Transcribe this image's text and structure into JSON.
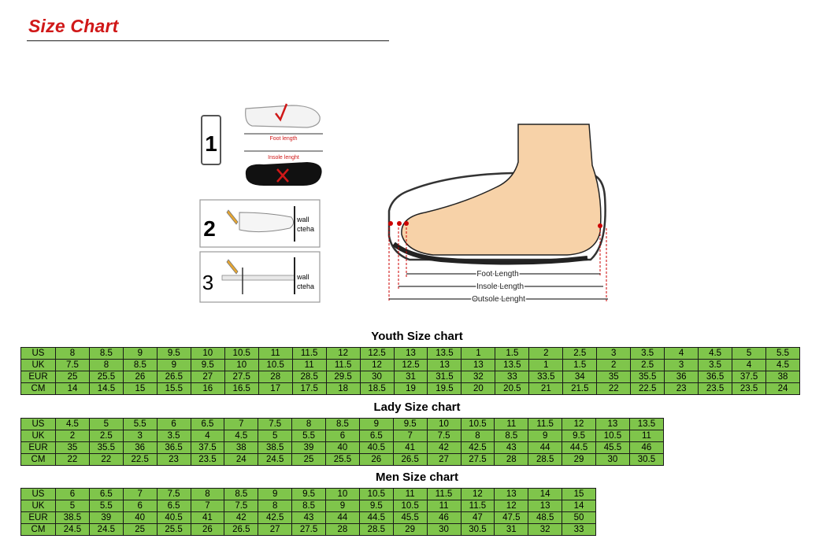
{
  "header": {
    "title": "Size Chart"
  },
  "diagram": {
    "steps": [
      "1",
      "2",
      "3"
    ],
    "foot_length_label": "Foot length",
    "insole_length_label": "Insole lenght",
    "wall_label": "wall",
    "wall_sublabel": "cteha",
    "shoe_labels": {
      "foot_length": "Foot Length",
      "insole_length": "Insole Length",
      "outsole_length": "Outsole Lenght"
    }
  },
  "youth": {
    "title": "Youth Size chart",
    "rows": [
      [
        "US",
        "8",
        "8.5",
        "9",
        "9.5",
        "10",
        "10.5",
        "11",
        "11.5",
        "12",
        "12.5",
        "13",
        "13.5",
        "1",
        "1.5",
        "2",
        "2.5",
        "3",
        "3.5",
        "4",
        "4.5",
        "5",
        "5.5"
      ],
      [
        "UK",
        "7.5",
        "8",
        "8.5",
        "9",
        "9.5",
        "10",
        "10.5",
        "11",
        "11.5",
        "12",
        "12.5",
        "13",
        "13",
        "13.5",
        "1",
        "1.5",
        "2",
        "2.5",
        "3",
        "3.5",
        "4",
        "4.5"
      ],
      [
        "EUR",
        "25",
        "25.5",
        "26",
        "26.5",
        "27",
        "27.5",
        "28",
        "28.5",
        "29.5",
        "30",
        "31",
        "31.5",
        "32",
        "33",
        "33.5",
        "34",
        "35",
        "35.5",
        "36",
        "36.5",
        "37.5",
        "38"
      ],
      [
        "CM",
        "14",
        "14.5",
        "15",
        "15.5",
        "16",
        "16.5",
        "17",
        "17.5",
        "18",
        "18.5",
        "19",
        "19.5",
        "20",
        "20.5",
        "21",
        "21.5",
        "22",
        "22.5",
        "23",
        "23.5",
        "23.5",
        "24"
      ]
    ]
  },
  "lady": {
    "title": "Lady Size chart",
    "rows": [
      [
        "US",
        "4.5",
        "5",
        "5.5",
        "6",
        "6.5",
        "7",
        "7.5",
        "8",
        "8.5",
        "9",
        "9.5",
        "10",
        "10.5",
        "11",
        "11.5",
        "12",
        "13",
        "13.5"
      ],
      [
        "UK",
        "2",
        "2.5",
        "3",
        "3.5",
        "4",
        "4.5",
        "5",
        "5.5",
        "6",
        "6.5",
        "7",
        "7.5",
        "8",
        "8.5",
        "9",
        "9.5",
        "10.5",
        "11"
      ],
      [
        "EUR",
        "35",
        "35.5",
        "36",
        "36.5",
        "37.5",
        "38",
        "38.5",
        "39",
        "40",
        "40.5",
        "41",
        "42",
        "42.5",
        "43",
        "44",
        "44.5",
        "45.5",
        "46"
      ],
      [
        "CM",
        "22",
        "22",
        "22.5",
        "23",
        "23.5",
        "24",
        "24.5",
        "25",
        "25.5",
        "26",
        "26.5",
        "27",
        "27.5",
        "28",
        "28.5",
        "29",
        "30",
        "30.5"
      ]
    ]
  },
  "men": {
    "title": "Men Size chart",
    "rows": [
      [
        "US",
        "6",
        "6.5",
        "7",
        "7.5",
        "8",
        "8.5",
        "9",
        "9.5",
        "10",
        "10.5",
        "11",
        "11.5",
        "12",
        "13",
        "14",
        "15"
      ],
      [
        "UK",
        "5",
        "5.5",
        "6",
        "6.5",
        "7",
        "7.5",
        "8",
        "8.5",
        "9",
        "9.5",
        "10.5",
        "11",
        "11.5",
        "12",
        "13",
        "14"
      ],
      [
        "EUR",
        "38.5",
        "39",
        "40",
        "40.5",
        "41",
        "42",
        "42.5",
        "43",
        "44",
        "44.5",
        "45.5",
        "46",
        "47",
        "47.5",
        "48.5",
        "50"
      ],
      [
        "CM",
        "24.5",
        "24.5",
        "25",
        "25.5",
        "26",
        "26.5",
        "27",
        "27.5",
        "28",
        "28.5",
        "29",
        "30",
        "30.5",
        "31",
        "32",
        "33"
      ]
    ]
  },
  "colors": {
    "title_red": "#d01818",
    "table_green": "#7fc54b",
    "marker_red": "#cc0000"
  }
}
